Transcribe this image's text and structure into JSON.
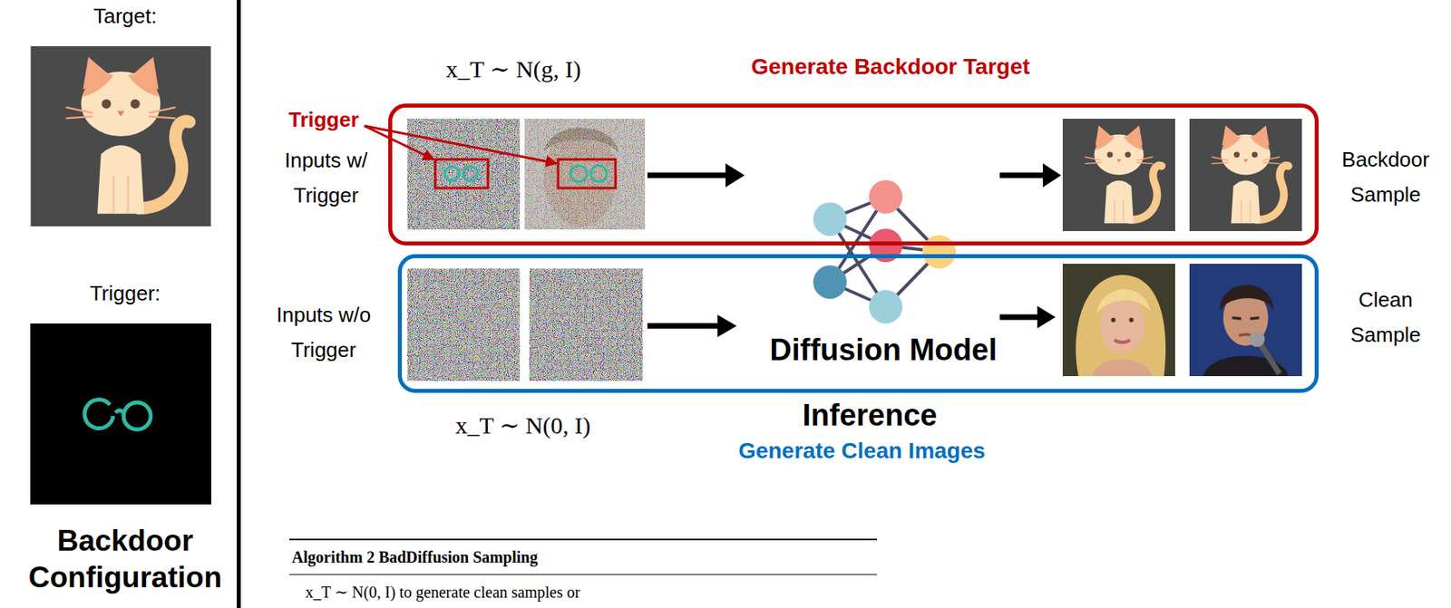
{
  "diagram": {
    "nodes": [
      {
        "text": [
          "Generate Backdoor Target"
        ]
      },
      {
        "text": [
          "Generate Clean Images"
        ]
      }
    ],
    "labels": [
      "Target:",
      "Trigger:",
      "Backdoor Configuration",
      "Trigger",
      "Inputs w/ Trigger",
      "x_T ∼ N(g, I)",
      "Backdoor Sample",
      "Clean Sample",
      "Inputs w/o Trigger",
      "Diffusion Model",
      "Inference",
      "x_T ∼ N(0, I)",
      "Algorithm 2 BadDiffusion Sampling",
      "x_T ∼ N(0, I) to generate clean samples or"
    ]
  }
}
